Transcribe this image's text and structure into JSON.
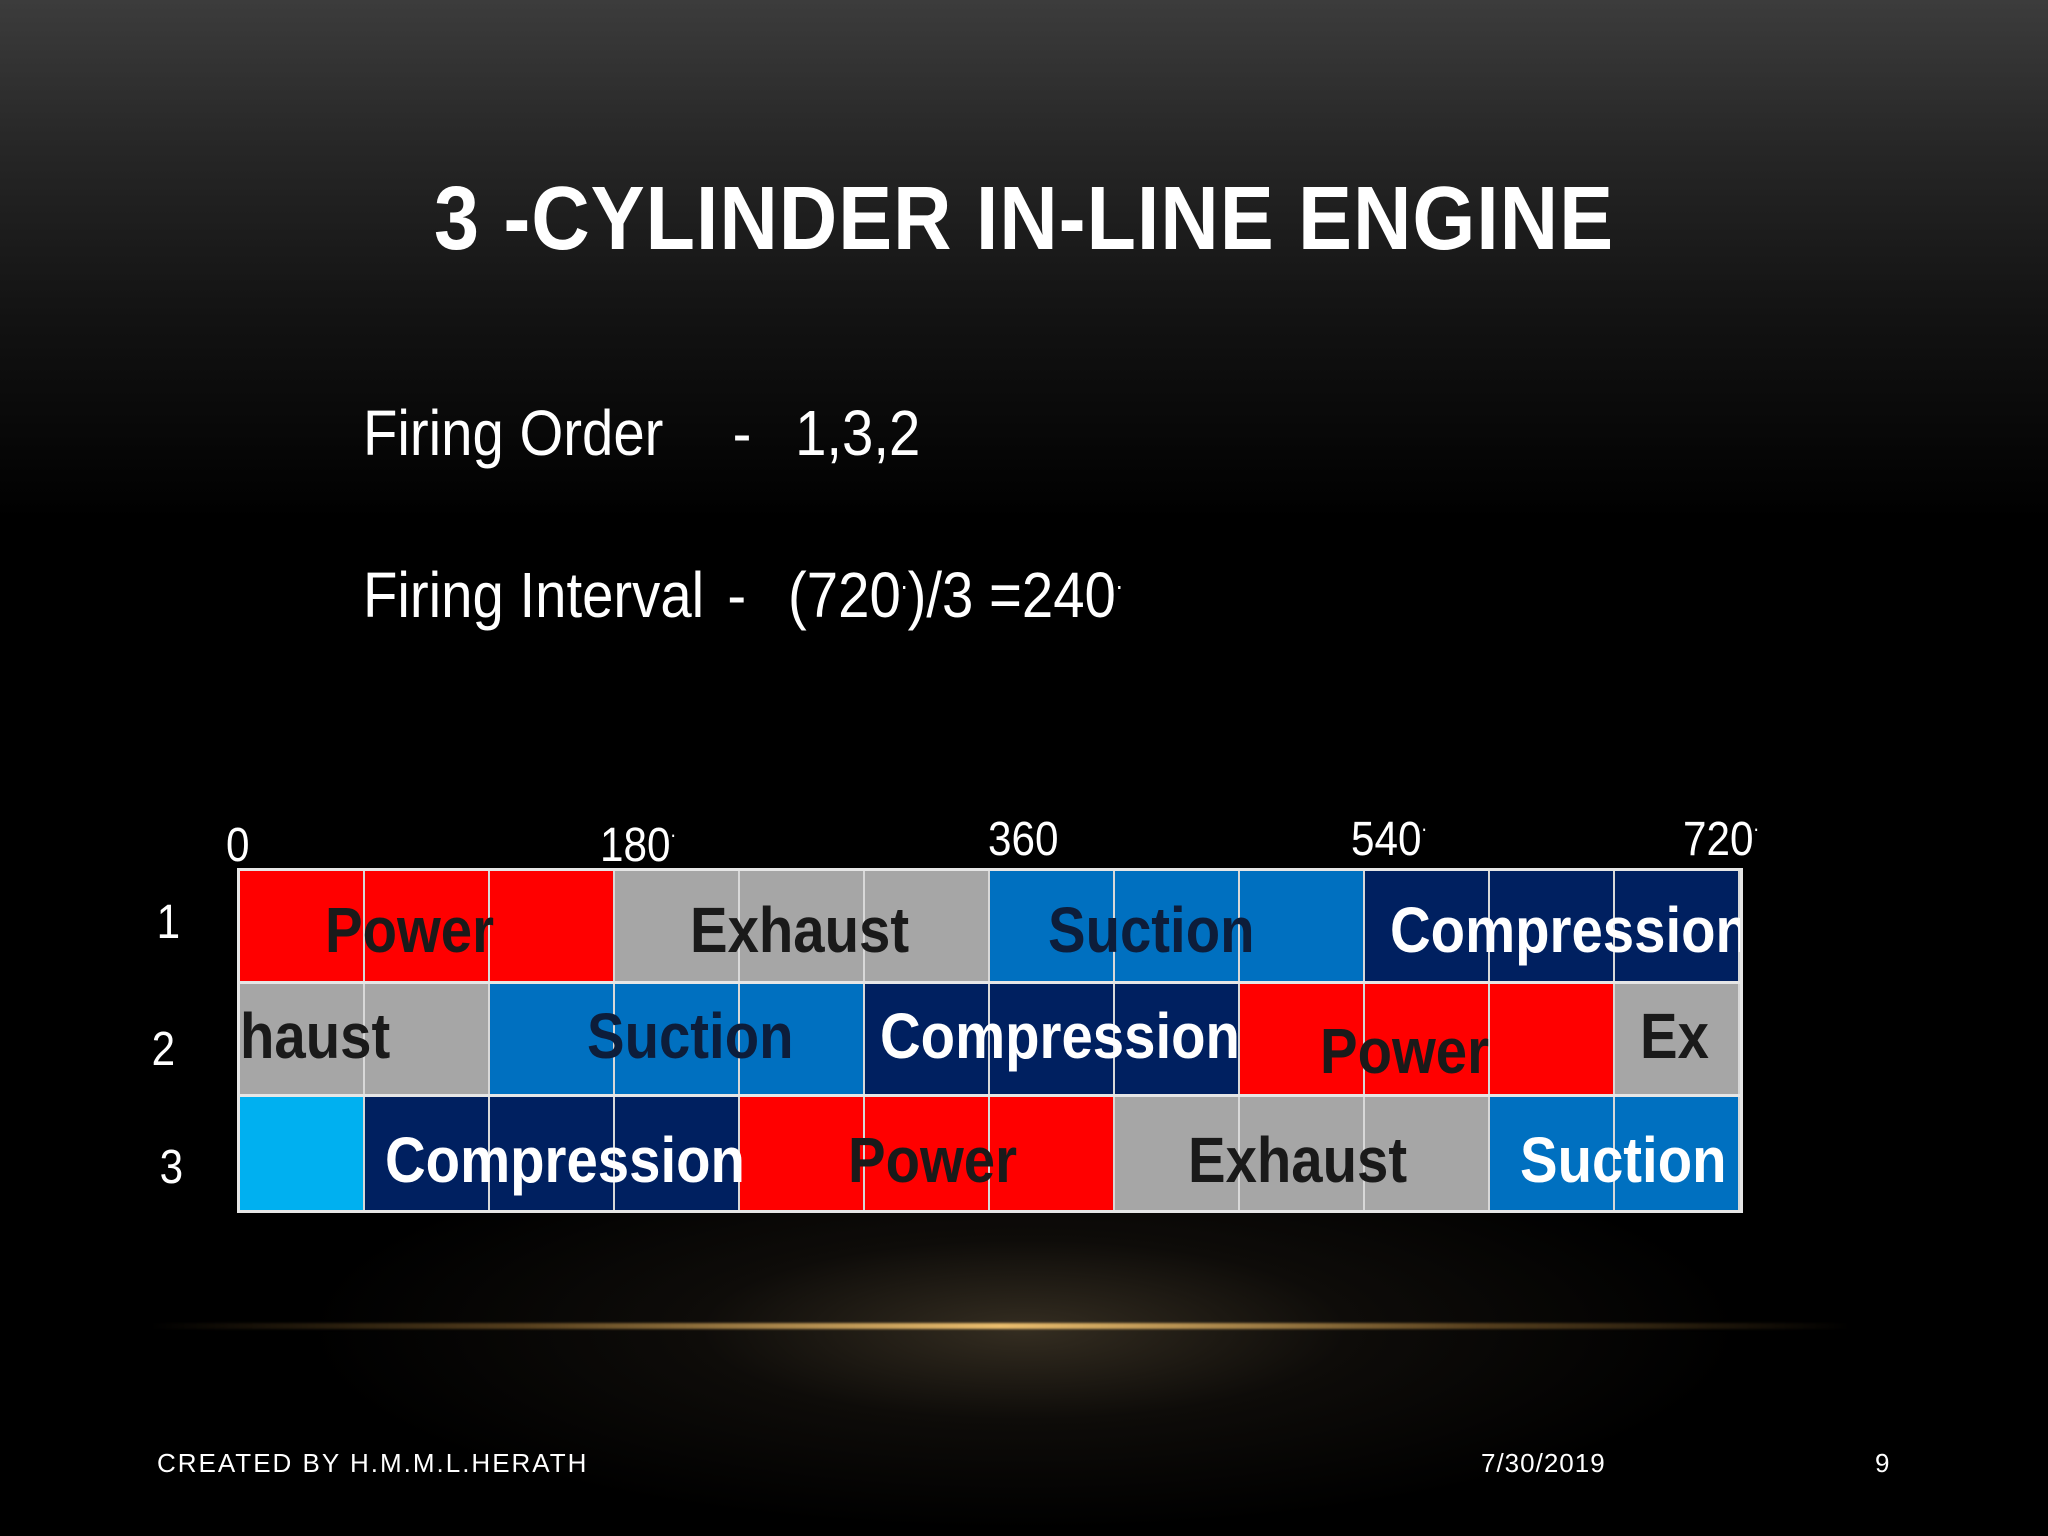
{
  "title": "3 -CYLINDER  IN-LINE  ENGINE",
  "firing_order": {
    "label": "Firing Order",
    "dash": "-",
    "value": "1,3,2"
  },
  "firing_interval": {
    "label": "Firing Interval",
    "dash": "-",
    "value_left": "(720",
    "value_mid": ")/3  =240",
    "degree_mark": "."
  },
  "axis_labels": [
    {
      "text": "0",
      "deg": false
    },
    {
      "text": "180",
      "deg": true
    },
    {
      "text": "360",
      "deg": false
    },
    {
      "text": "540",
      "deg": true
    },
    {
      "text": "720",
      "deg": true
    }
  ],
  "axis_dot": ".",
  "rows": [
    {
      "number": "1",
      "segments": [
        {
          "label": "Power",
          "cells": 3,
          "color": "#ff0000",
          "text_color": "#1a1a1a"
        },
        {
          "label": "Exhaust",
          "cells": 3,
          "color": "#a6a6a6",
          "text_color": "#1a1a1a"
        },
        {
          "label": "Suction",
          "cells": 3,
          "color": "#0070c0",
          "text_color": "#0d1d3a"
        },
        {
          "label": "Compression",
          "cells": 3,
          "color": "#002060",
          "text_color": "#ffffff"
        }
      ]
    },
    {
      "number": "2",
      "segments": [
        {
          "label": "haust",
          "cells": 2,
          "color": "#a6a6a6",
          "text_color": "#1a1a1a"
        },
        {
          "label": "Suction",
          "cells": 3,
          "color": "#0070c0",
          "text_color": "#0d1d3a"
        },
        {
          "label": "Compression",
          "cells": 3,
          "color": "#002060",
          "text_color": "#ffffff"
        },
        {
          "label": "Power",
          "cells": 3,
          "color": "#ff0000",
          "text_color": "#1a1a1a"
        },
        {
          "label": "Ex",
          "cells": 1,
          "color": "#a6a6a6",
          "text_color": "#1a1a1a"
        }
      ]
    },
    {
      "number": "3",
      "segments": [
        {
          "label": "",
          "cells": 1,
          "color": "#00b0f0",
          "text_color": "#1a1a1a"
        },
        {
          "label": "Compression",
          "cells": 3,
          "color": "#002060",
          "text_color": "#ffffff"
        },
        {
          "label": "Power",
          "cells": 3,
          "color": "#ff0000",
          "text_color": "#1a1a1a"
        },
        {
          "label": "Exhaust",
          "cells": 3,
          "color": "#a6a6a6",
          "text_color": "#1a1a1a"
        },
        {
          "label": "Suction",
          "cells": 2,
          "color": "#0070c0",
          "text_color": "#ffffff"
        }
      ]
    }
  ],
  "footer": {
    "author": "CREATED BY H.M.M.L.HERATH",
    "date": "7/30/2019",
    "page": "9"
  }
}
